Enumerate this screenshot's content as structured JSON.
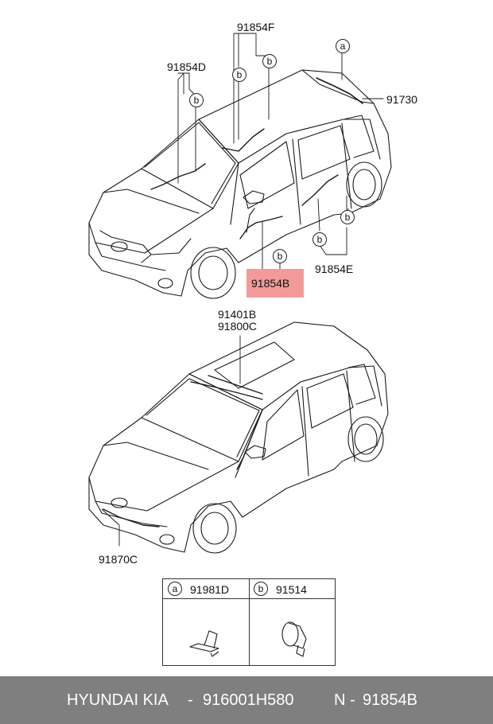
{
  "diagram": {
    "callouts": {
      "f_top": "91854F",
      "d_left": "91854D",
      "c_91730": "91730",
      "e_right": "91854E",
      "b_highlight": "91854B",
      "b_91401": "91401B",
      "c_91800": "91800C",
      "c_91870": "91870C"
    },
    "circle_letters": {
      "a": "a",
      "b": "b"
    },
    "legend": {
      "a_letter": "a",
      "a_part": "91981D",
      "b_letter": "b",
      "b_part": "91514"
    },
    "highlight_color": "#f29a9a"
  },
  "footer": {
    "brand": "HYUNDAI  KIA",
    "dash1": "-",
    "part_number": "916001H580",
    "n_label": "N",
    "dash2": "-",
    "ref_code": "91854B",
    "background_color": "#7f7f7f"
  }
}
